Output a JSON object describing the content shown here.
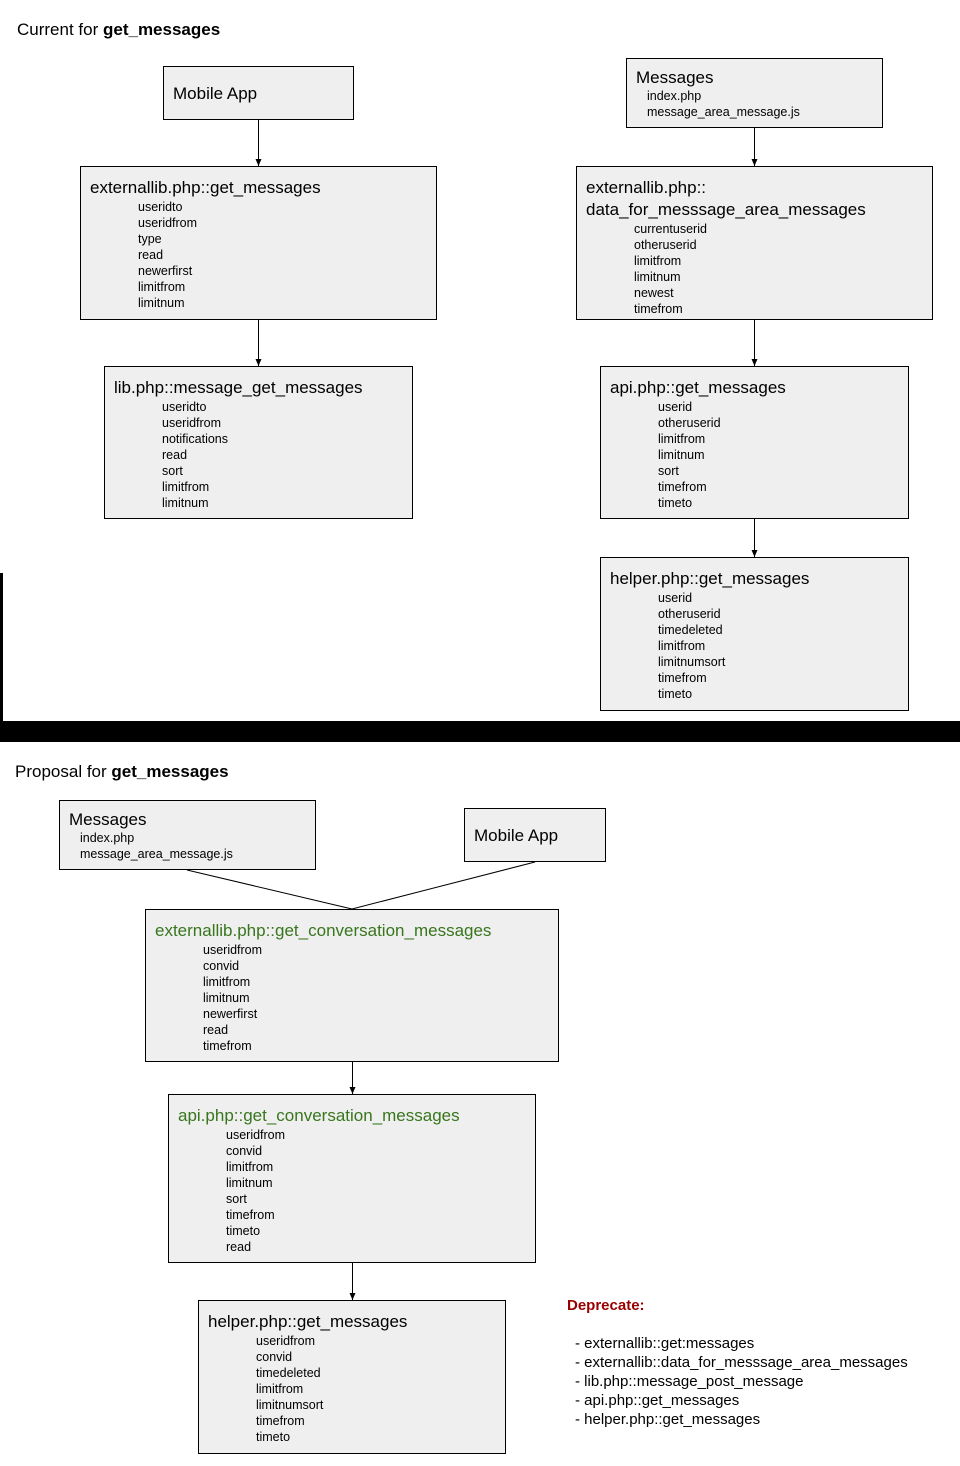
{
  "current": {
    "title_prefix": "Current for ",
    "title_bold": "get_messages",
    "mobile_app": {
      "title": "Mobile App"
    },
    "messages": {
      "title": "Messages",
      "files": [
        "index.php",
        "message_area_message.js"
      ]
    },
    "externallib_get_messages": {
      "title": "externallib.php::get_messages",
      "params": [
        "useridto",
        "useridfrom",
        "type",
        "read",
        "newerfirst",
        "limitfrom",
        "limitnum"
      ]
    },
    "lib_message_get_messages": {
      "title": "lib.php::message_get_messages",
      "params": [
        "useridto",
        "useridfrom",
        "notifications",
        "read",
        "sort",
        "limitfrom",
        "limitnum"
      ]
    },
    "externallib_data_for_area": {
      "title_line1": "externallib.php::",
      "title_line2": "data_for_messsage_area_messages",
      "params": [
        "currentuserid",
        "otheruserid",
        "limitfrom",
        "limitnum",
        "newest",
        "timefrom"
      ]
    },
    "api_get_messages": {
      "title": "api.php::get_messages",
      "params": [
        "userid",
        "otheruserid",
        "limitfrom",
        "limitnum",
        "sort",
        "timefrom",
        "timeto"
      ]
    },
    "helper_get_messages": {
      "title": "helper.php::get_messages",
      "params": [
        "userid",
        "otheruserid",
        "timedeleted",
        "limitfrom",
        "limitnumsort",
        "timefrom",
        "timeto"
      ]
    }
  },
  "proposal": {
    "title_prefix": "Proposal for ",
    "title_bold": "get_messages",
    "messages": {
      "title": "Messages",
      "files": [
        "index.php",
        "message_area_message.js"
      ]
    },
    "mobile_app": {
      "title": "Mobile App"
    },
    "externallib_get_conversation_messages": {
      "title": "externallib.php::get_conversation_messages",
      "params": [
        "useridfrom",
        "convid",
        "limitfrom",
        "limitnum",
        "newerfirst",
        "read",
        "timefrom"
      ]
    },
    "api_get_conversation_messages": {
      "title": "api.php::get_conversation_messages",
      "params": [
        "useridfrom",
        "convid",
        "limitfrom",
        "limitnum",
        "sort",
        "timefrom",
        "timeto",
        "read"
      ]
    },
    "helper_get_messages": {
      "title": "helper.php::get_messages",
      "params": [
        "useridfrom",
        "convid",
        "timedeleted",
        "limitfrom",
        "limitnumsort",
        "timefrom",
        "timeto"
      ]
    },
    "deprecate": {
      "title": "Deprecate:",
      "items": [
        "- externallib::get:messages",
        "- externallib::data_for_messsage_area_messages",
        "- lib.php::message_post_message",
        "- api.php::get_messages",
        "- helper.php::get_messages"
      ]
    }
  },
  "colors": {
    "box_fill": "#efefef",
    "new_function": "#38761d",
    "deprecate": "#990000"
  }
}
